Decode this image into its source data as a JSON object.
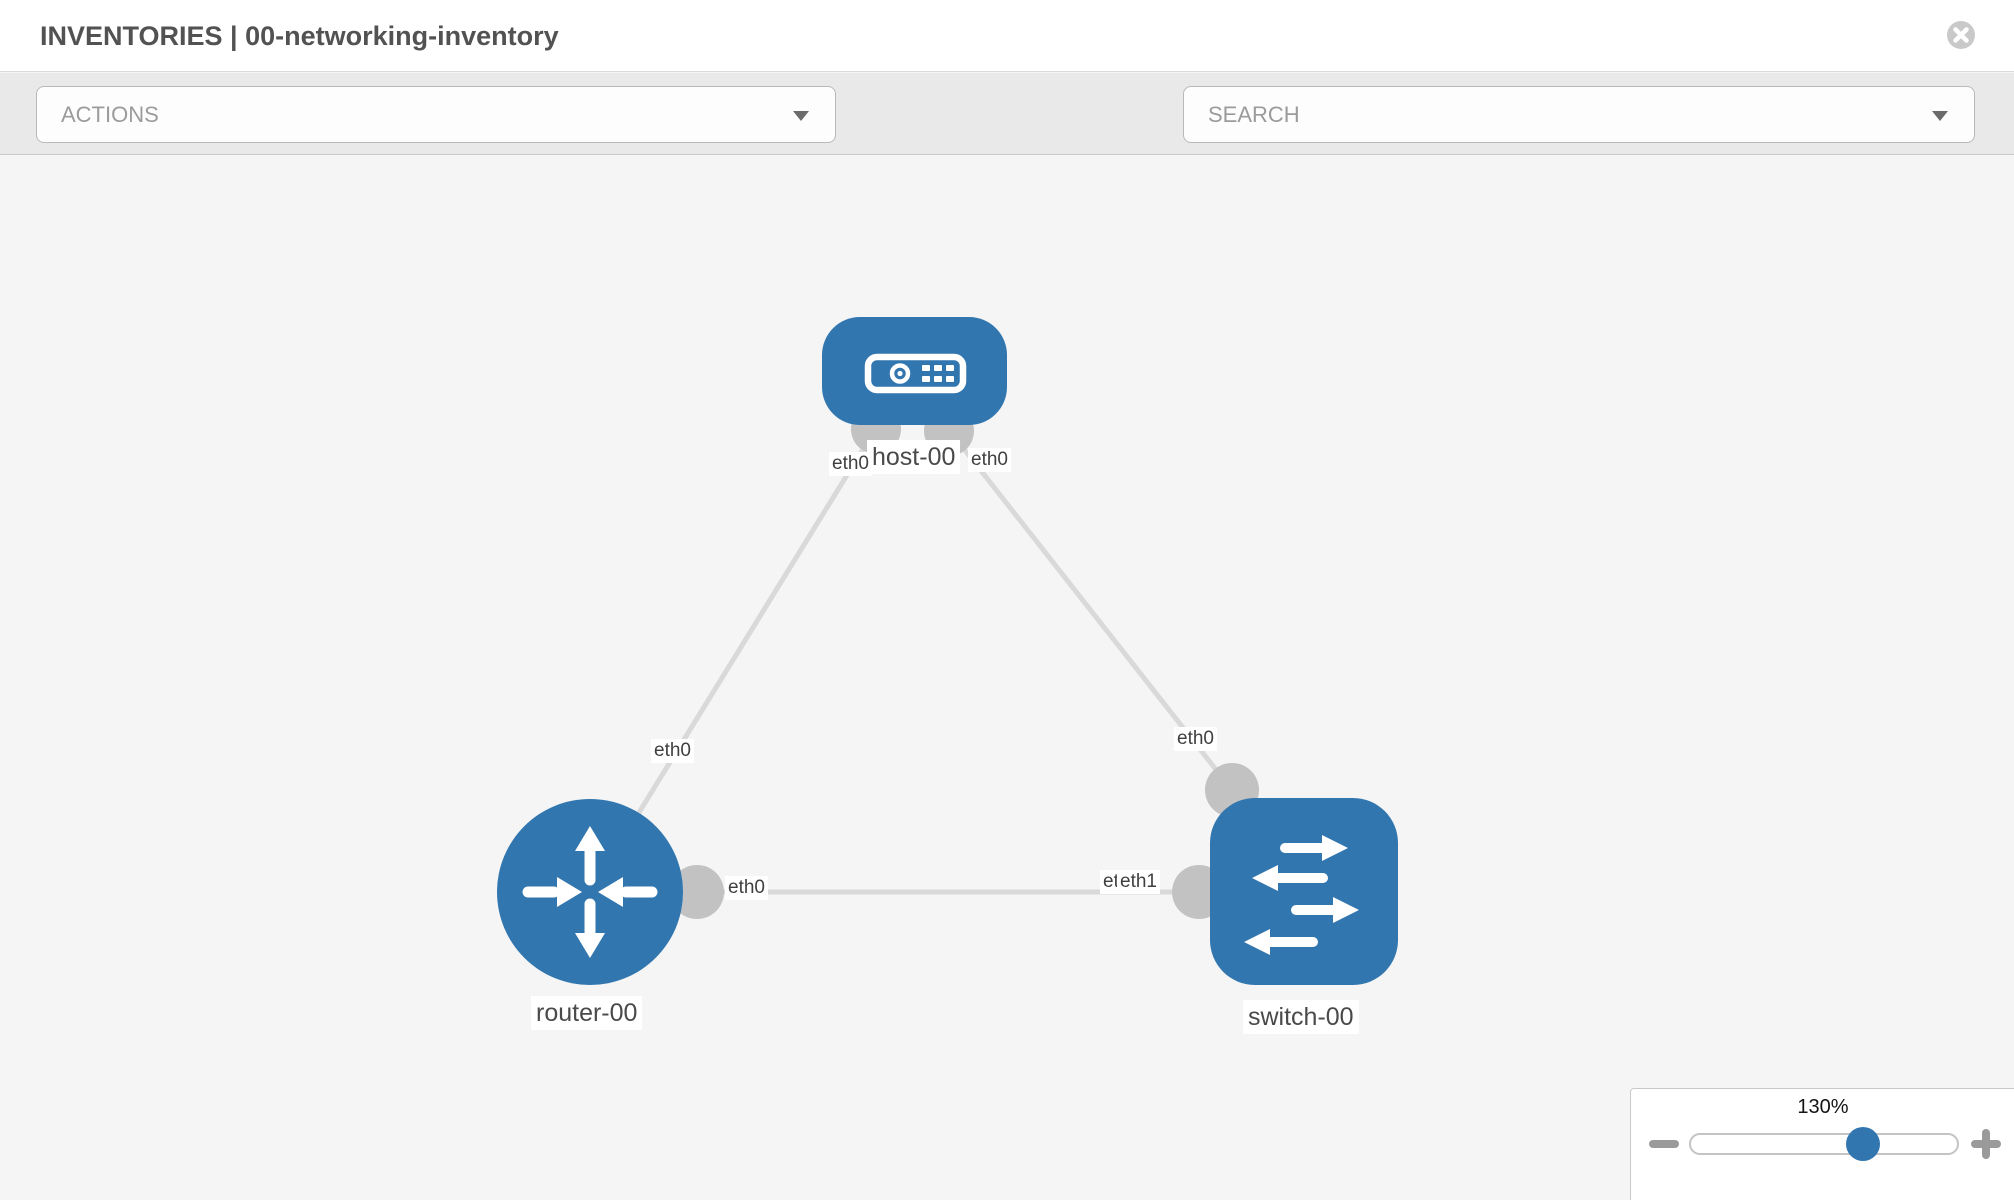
{
  "window": {
    "title": "INVENTORIES | 00-networking-inventory"
  },
  "toolbar": {
    "actions_placeholder": "ACTIONS",
    "search_placeholder": "SEARCH"
  },
  "topology": {
    "nodes": [
      {
        "name": "host-00",
        "type": "host"
      },
      {
        "name": "router-00",
        "type": "router"
      },
      {
        "name": "switch-00",
        "type": "switch"
      }
    ],
    "links": [
      {
        "source": "router-00",
        "source_iface": "eth0",
        "target": "host-00",
        "target_iface": "eth0"
      },
      {
        "source": "host-00",
        "source_iface": "eth0",
        "target": "switch-00",
        "target_iface": "eth0"
      },
      {
        "source": "router-00",
        "source_iface": "eth0",
        "target": "switch-00",
        "target_iface": "eth1",
        "occluded_label": "eth0"
      }
    ]
  },
  "zoom_panel": {
    "percent": "130%"
  },
  "icons": {
    "close": "circle-x",
    "wrench": "wrench",
    "key": "key",
    "actions_caret": "caret-down",
    "search_caret": "caret-down",
    "zoom_out": "minus",
    "zoom_in": "plus"
  },
  "colors": {
    "node_fill": "#3176af",
    "link": "#d9d9d9",
    "connector": "#c2c2c2",
    "slider_thumb": "#3176af",
    "toolbar_bg": "#e9e9e9",
    "canvas_bg": "#f5f5f5"
  }
}
